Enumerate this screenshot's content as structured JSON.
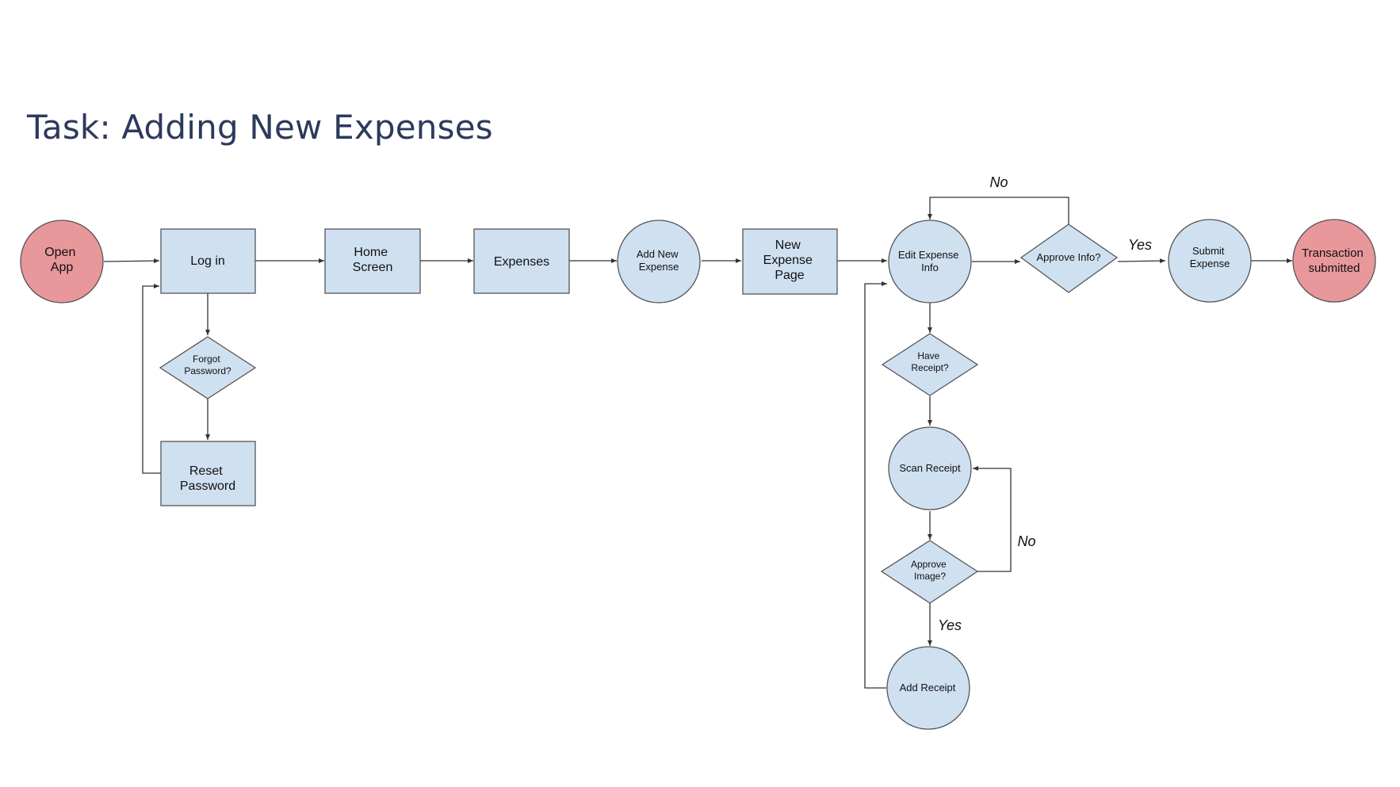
{
  "title": "Task: Adding New Expenses",
  "colors": {
    "terminal": "#e8979b",
    "node": "#cfe0f1",
    "stroke": "#555555",
    "title": "#2b3a5c"
  },
  "nodes": {
    "open_app": [
      "Open",
      "App"
    ],
    "log_in": [
      "Log in"
    ],
    "forgot_password": [
      "Forgot",
      "Password?"
    ],
    "reset_password": [
      "Reset",
      "Password"
    ],
    "home_screen": [
      "Home",
      "Screen"
    ],
    "expenses": [
      "Expenses"
    ],
    "add_new_expense": [
      "Add New",
      "Expense"
    ],
    "new_expense_page": [
      "New",
      "Expense",
      "Page"
    ],
    "edit_expense_info": [
      "Edit Expense",
      "Info"
    ],
    "approve_info": [
      "Approve Info?"
    ],
    "submit_expense": [
      "Submit",
      "Expense"
    ],
    "transaction_submitted": [
      "Transaction",
      "submitted"
    ],
    "have_receipt": [
      "Have",
      "Receipt?"
    ],
    "scan_receipt": [
      "Scan Receipt"
    ],
    "approve_image": [
      "Approve",
      "Image?"
    ],
    "add_receipt": [
      "Add Receipt"
    ]
  },
  "edge_labels": {
    "info_no": "No",
    "info_yes": "Yes",
    "image_no": "No",
    "image_yes": "Yes"
  }
}
